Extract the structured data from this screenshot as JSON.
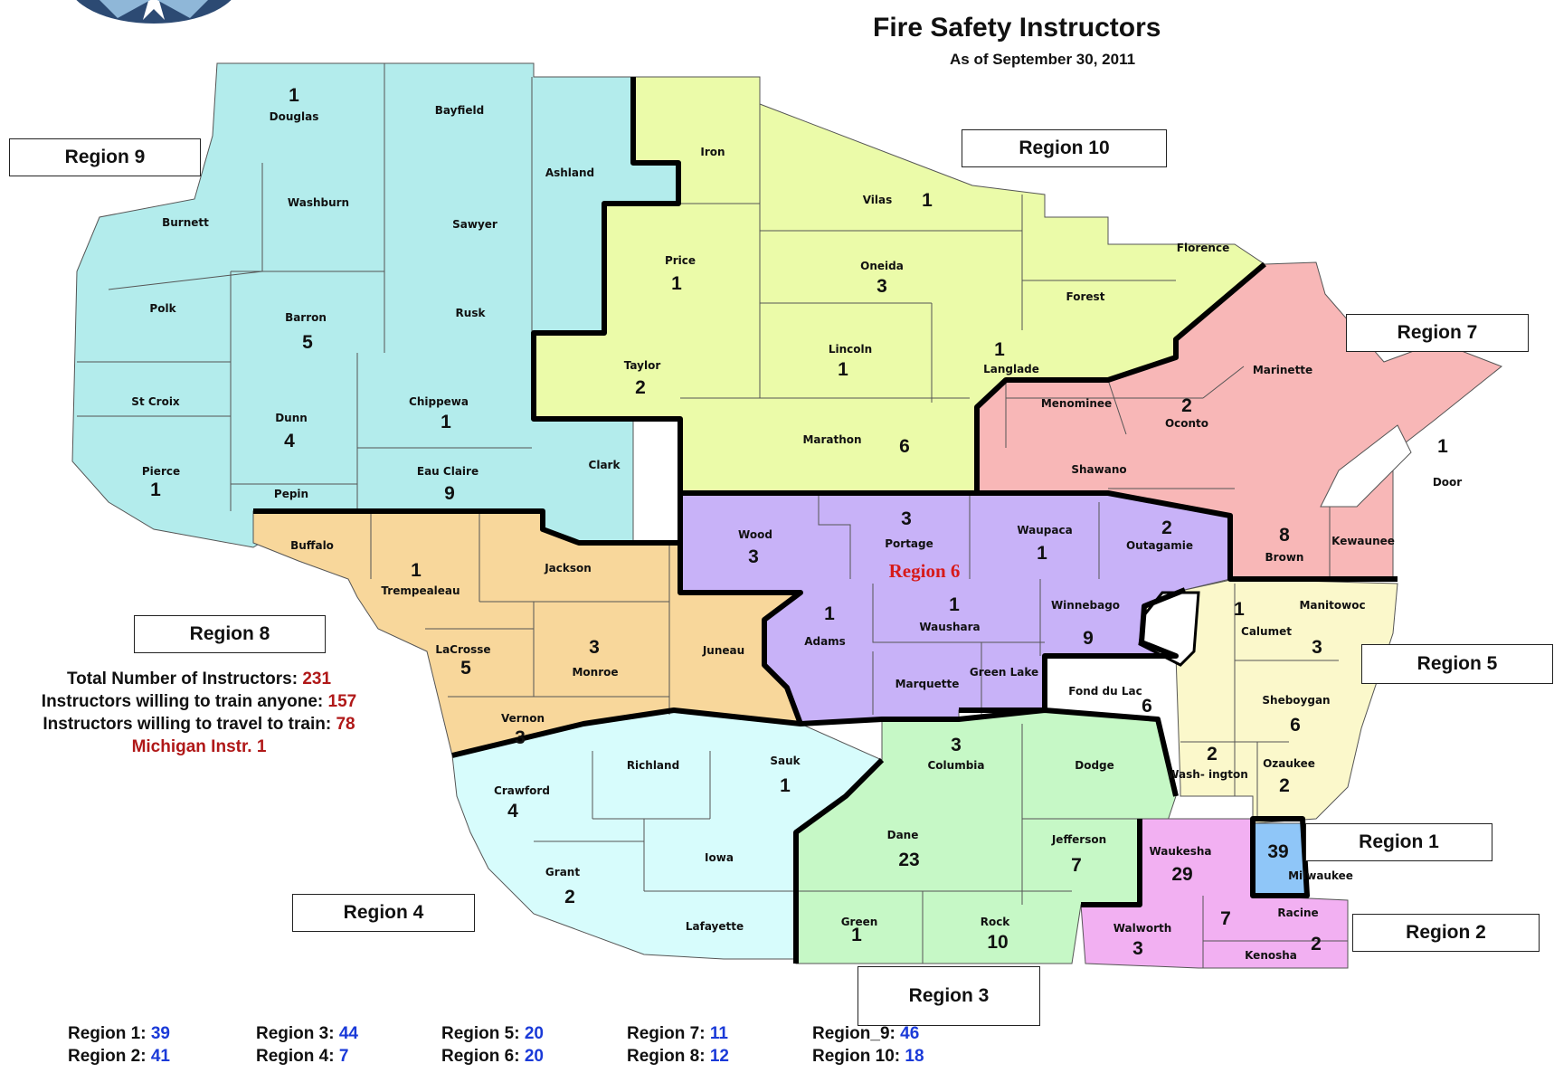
{
  "title": "Fire Safety Instructors",
  "subtitle": "As of September 30, 2011",
  "colors": {
    "region9": "#b3ecec",
    "region10": "#ebfba9",
    "region7": "#f8b7b7",
    "region6": "#c8b2f8",
    "region8": "#f8d79b",
    "region5": "#fbf8cb",
    "region4": "#d7fcfc",
    "region3": "#c6f8c6",
    "region2": "#f2b0f2",
    "region1": "#8fc6f8",
    "border": "#000000",
    "label_red": "#b01818",
    "value_blue": "#1a3ad8"
  },
  "region_labels": {
    "r9": "Region 9",
    "r10": "Region 10",
    "r7": "Region 7",
    "r8": "Region 8",
    "r5": "Region 5",
    "r1": "Region 1",
    "r4": "Region 4",
    "r2": "Region 2",
    "r3": "Region 3",
    "r6": "Region 6"
  },
  "counties": {
    "douglas": {
      "name": "Douglas",
      "count": "1"
    },
    "bayfield": {
      "name": "Bayfield"
    },
    "ashland": {
      "name": "Ashland"
    },
    "iron": {
      "name": "Iron"
    },
    "vilas": {
      "name": "Vilas",
      "count": "1"
    },
    "florence": {
      "name": "Florence"
    },
    "burnett": {
      "name": "Burnett"
    },
    "washburn": {
      "name": "Washburn"
    },
    "sawyer": {
      "name": "Sawyer"
    },
    "price": {
      "name": "Price",
      "count": "1"
    },
    "oneida": {
      "name": "Oneida",
      "count": "3"
    },
    "forest": {
      "name": "Forest"
    },
    "marinette": {
      "name": "Marinette"
    },
    "polk": {
      "name": "Polk"
    },
    "barron": {
      "name": "Barron",
      "count": "5"
    },
    "rusk": {
      "name": "Rusk"
    },
    "taylor": {
      "name": "Taylor",
      "count": "2"
    },
    "lincoln": {
      "name": "Lincoln",
      "count": "1"
    },
    "langlade": {
      "name": "Langlade",
      "count": "1"
    },
    "menominee": {
      "name": "Menominee"
    },
    "oconto": {
      "name": "Oconto",
      "count": "2"
    },
    "stcroix": {
      "name": "St Croix"
    },
    "dunn": {
      "name": "Dunn",
      "count": "4"
    },
    "chippewa": {
      "name": "Chippewa",
      "count": "1"
    },
    "marathon": {
      "name": "Marathon",
      "count": "6"
    },
    "shawano": {
      "name": "Shawano"
    },
    "door": {
      "name": "Door",
      "count": "1"
    },
    "pierce": {
      "name": "Pierce",
      "count": "1"
    },
    "pepin": {
      "name": "Pepin"
    },
    "eauclaire": {
      "name": "Eau Claire",
      "count": "9"
    },
    "clark": {
      "name": "Clark"
    },
    "wood": {
      "name": "Wood",
      "count": "3"
    },
    "portage": {
      "name": "Portage",
      "count": "3"
    },
    "waupaca": {
      "name": "Waupaca",
      "count": "1"
    },
    "outagamie": {
      "name": "Outagamie",
      "count": "2"
    },
    "brown": {
      "name": "Brown",
      "count": "8"
    },
    "kewaunee": {
      "name": "Kewaunee"
    },
    "buffalo": {
      "name": "Buffalo"
    },
    "trempealeau": {
      "name": "Trempealeau",
      "count": "1"
    },
    "jackson": {
      "name": "Jackson"
    },
    "adams": {
      "name": "Adams",
      "count": "1"
    },
    "waushara": {
      "name": "Waushara",
      "count": "1"
    },
    "winnebago": {
      "name": "Winnebago",
      "count": "9"
    },
    "calumet": {
      "name": "Calumet",
      "count": "1"
    },
    "manitowoc": {
      "name": "Manitowoc",
      "count": "3"
    },
    "lacrosse": {
      "name": "LaCrosse",
      "count": "5"
    },
    "monroe": {
      "name": "Monroe",
      "count": "3"
    },
    "juneau": {
      "name": "Juneau"
    },
    "marquette": {
      "name": "Marquette"
    },
    "greenlake": {
      "name": "Green Lake"
    },
    "fonddulac": {
      "name": "Fond du Lac",
      "count": "6"
    },
    "sheboygan": {
      "name": "Sheboygan",
      "count": "6"
    },
    "vernon": {
      "name": "Vernon",
      "count": "3"
    },
    "richland": {
      "name": "Richland"
    },
    "sauk": {
      "name": "Sauk",
      "count": "1"
    },
    "columbia": {
      "name": "Columbia",
      "count": "3"
    },
    "dodge": {
      "name": "Dodge"
    },
    "washington": {
      "name": "Wash- ington",
      "count": "2"
    },
    "ozaukee": {
      "name": "Ozaukee",
      "count": "2"
    },
    "crawford": {
      "name": "Crawford",
      "count": "4"
    },
    "dane": {
      "name": "Dane",
      "count": "23"
    },
    "jefferson": {
      "name": "Jefferson",
      "count": "7"
    },
    "waukesha": {
      "name": "Waukesha",
      "count": "29"
    },
    "milwaukee": {
      "name": "Milwaukee",
      "count": "39"
    },
    "grant": {
      "name": "Grant",
      "count": "2"
    },
    "iowa": {
      "name": "Iowa"
    },
    "lafayette": {
      "name": "Lafayette"
    },
    "green": {
      "name": "Green",
      "count": "1"
    },
    "rock": {
      "name": "Rock",
      "count": "10"
    },
    "walworth": {
      "name": "Walworth",
      "count": "3"
    },
    "racine": {
      "name": "Racine",
      "count": "7"
    },
    "kenosha": {
      "name": "Kenosha",
      "count": "2"
    }
  },
  "stats": {
    "total_label": "Total Number of Instructors:",
    "total_value": "231",
    "willing_train_label": "Instructors willing to train anyone:",
    "willing_train_value": "157",
    "willing_travel_label": "Instructors willing to travel to train:",
    "willing_travel_value": "78",
    "michigan": "Michigan Instr. 1"
  },
  "region_totals": [
    {
      "label": "Region 1:",
      "value": "39"
    },
    {
      "label": "Region 2:",
      "value": "41"
    },
    {
      "label": "Region 3:",
      "value": "44"
    },
    {
      "label": "Region 4:",
      "value": "7"
    },
    {
      "label": "Region 5:",
      "value": "20"
    },
    {
      "label": "Region 6:",
      "value": "20"
    },
    {
      "label": "Region 7:",
      "value": "11"
    },
    {
      "label": "Region 8:",
      "value": "12"
    },
    {
      "label": "Region_9:",
      "value": "46"
    },
    {
      "label": "Region 10:",
      "value": "18"
    }
  ]
}
